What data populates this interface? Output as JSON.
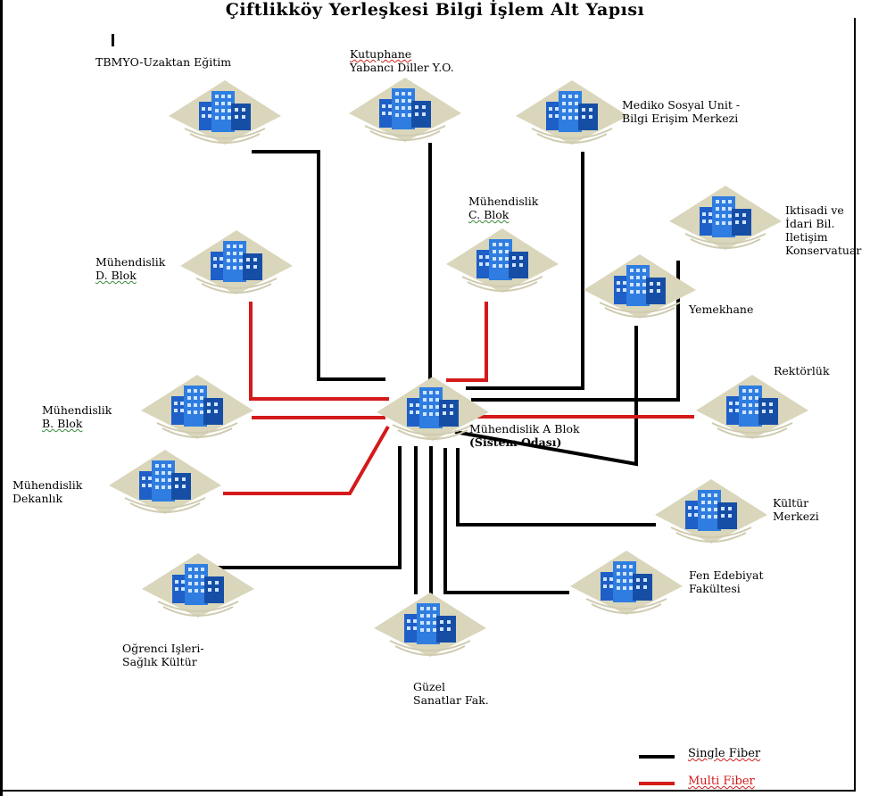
{
  "title": "Çiftlikköy Yerleşkesi Bilgi İşlem Alt Yapısı",
  "colors": {
    "single": "#000000",
    "multi": "#d41a1a",
    "building_blue": "#1e5fc8",
    "platform": "#d9d6bb"
  },
  "buildings": {
    "tbmyo": {
      "lines": [
        "TBMYO-Uzaktan Eğitim"
      ]
    },
    "kutuphane": {
      "lines": [
        "Kutuphane",
        "Yabancı Diller Y.O."
      ]
    },
    "mediko": {
      "lines": [
        "Mediko Sosyal Unit -",
        "Bilgi Erişim Merkezi"
      ]
    },
    "muh_c": {
      "lines": [
        "Mühendislik",
        "C. Blok"
      ]
    },
    "iktisadi": {
      "lines": [
        "Iktisadi ve",
        "İdari Bil.",
        "Iletişim",
        "Konservatuar"
      ]
    },
    "muh_d": {
      "lines": [
        "Mühendislik",
        "D. Blok"
      ]
    },
    "yemekhane": {
      "lines": [
        "Yemekhane"
      ]
    },
    "rektorluk": {
      "lines": [
        "Rektörlük"
      ]
    },
    "muh_b": {
      "lines": [
        "Mühendislik",
        "B. Blok"
      ]
    },
    "muh_a": {
      "lines": [
        "Mühendislik A Blok",
        "(Sistem Odası)"
      ]
    },
    "dekanlik": {
      "lines": [
        "Mühendislik",
        "Dekanlık"
      ]
    },
    "kultur": {
      "lines": [
        "Kültür",
        "Merkezi"
      ]
    },
    "fen": {
      "lines": [
        "Fen Edebiyat",
        "Fakültesi"
      ]
    },
    "ogrenci": {
      "lines": [
        "Oğrenci Işleri-",
        "Sağlık Kültür"
      ]
    },
    "guzel": {
      "lines": [
        "Güzel",
        "Sanatlar Fak."
      ]
    }
  },
  "legend": {
    "single": "Single Fiber",
    "multi": "Multi Fiber"
  }
}
